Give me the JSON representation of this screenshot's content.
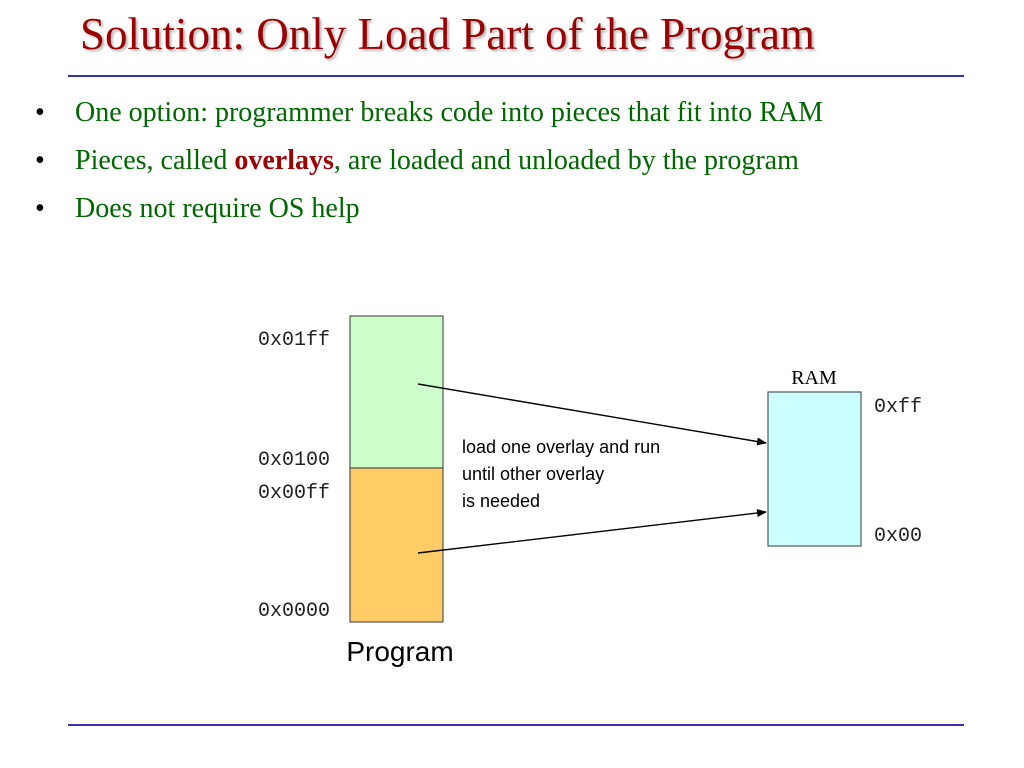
{
  "slide": {
    "title": "Solution: Only Load Part of the Program",
    "bullet_char": "•",
    "bullets": [
      {
        "text": "One option: programmer breaks code into pieces that fit into RAM"
      },
      {
        "before": "Pieces, called ",
        "emphasis": "overlays",
        "after": ", are loaded and unloaded by the program"
      },
      {
        "text": "Does not require OS help"
      }
    ]
  },
  "diagram": {
    "program": {
      "label": "Program",
      "addresses": {
        "top": "0x01ff",
        "upper_start": "0x0100",
        "lower_end": "0x00ff",
        "bottom": "0x0000"
      },
      "upper_color": "#ccffcc",
      "lower_color": "#ffcc66"
    },
    "ram": {
      "label": "RAM",
      "addresses": {
        "top": "0xff",
        "bottom": "0x00"
      },
      "color": "#ccffff"
    },
    "note": [
      "load one overlay and run",
      "until other overlay",
      "is needed"
    ]
  },
  "colors": {
    "title": "#990000",
    "bullet_text": "#006600",
    "rule": "#3333aa"
  }
}
